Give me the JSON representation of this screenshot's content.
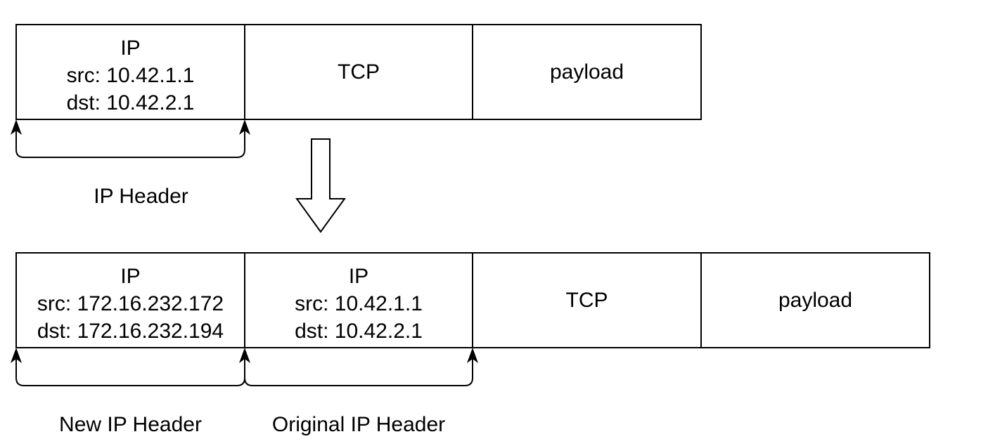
{
  "top_packet": {
    "ip": {
      "title": "IP",
      "src": "src: 10.42.1.1",
      "dst": "dst: 10.42.2.1"
    },
    "tcp": "TCP",
    "payload": "payload",
    "header_label": "IP Header"
  },
  "bottom_packet": {
    "new_ip": {
      "title": "IP",
      "src": "src: 172.16.232.172",
      "dst": "dst: 172.16.232.194"
    },
    "orig_ip": {
      "title": "IP",
      "src": "src: 10.42.1.1",
      "dst": "dst: 10.42.2.1"
    },
    "tcp": "TCP",
    "payload": "payload",
    "new_header_label": "New IP Header",
    "orig_header_label": "Original IP Header"
  }
}
